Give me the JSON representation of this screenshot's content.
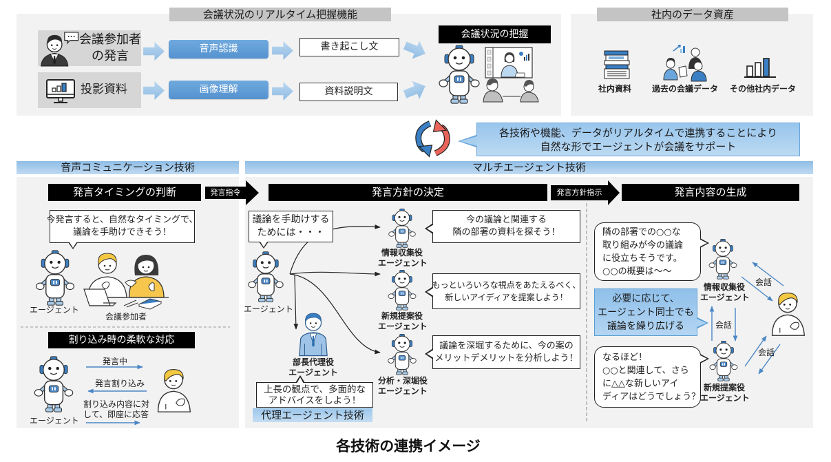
{
  "colors": {
    "page_background": "#ffffff",
    "panel_background": "#f2f2f2",
    "panel_title_gray": "#c4c4c4",
    "source_box_gray": "#d6d6d6",
    "process_blue": "#5b9bd5",
    "flow_arrow_light_blue": "#9dc3e6",
    "section_header_blue": "#9dc3e6",
    "label_black": "#000000",
    "robot_blue": "#3a7fc4",
    "sync_arrow_blue": "#3a7fc4",
    "sync_arrow_red": "#e8645a",
    "hair_yellow": "#f5c842"
  },
  "realtime_panel": {
    "title": "会議状況のリアルタイム把握機能",
    "rows": [
      {
        "source_lines": [
          "会議参加者",
          "の発言"
        ],
        "source_icon": "speaking-participant-icon",
        "process": "音声認識",
        "output": "書き起こし文"
      },
      {
        "source_lines": [
          "投影資料"
        ],
        "source_icon": "projected-slide-monitor-icon",
        "process": "画像理解",
        "output": "資料説明文"
      }
    ],
    "result_label": "会議状況の把握"
  },
  "data_assets_panel": {
    "title": "社内のデータ資産",
    "items": [
      {
        "label": "社内資料",
        "icon": "document-stack-icon"
      },
      {
        "label": "過去の会議データ",
        "icon": "meeting-data-icon"
      },
      {
        "label": "その他社内データ",
        "icon": "bar-chart-icon"
      }
    ]
  },
  "sync_callout": {
    "icon": "sync-arrows-icon",
    "lines": [
      "各技術や機能、データがリアルタイムで連携することにより",
      "自然な形でエージェントが会議をサポート"
    ]
  },
  "voice_section": {
    "header": "音声コミュニケーション技術",
    "timing": {
      "title": "発言タイミングの判断",
      "bubble_lines": [
        "今発言すると、自然なタイミングで、",
        "議論を手助けできそう！"
      ],
      "agent_label": "エージェント",
      "participants_label": "会議参加者"
    },
    "interrupt": {
      "title": "割り込み時の柔軟な対応",
      "agent_label": "エージェント",
      "flows": [
        {
          "direction": "agent-to-user",
          "label_lines": [
            "発言中"
          ]
        },
        {
          "direction": "user-to-agent",
          "label_lines": [
            "発言割り込み"
          ]
        },
        {
          "direction": "agent-to-user",
          "label_lines": [
            "割り込み内容に対",
            "して、即座に応答"
          ]
        }
      ]
    }
  },
  "handoffs": {
    "speak_command": "発言指令",
    "policy_instruction": "発言方針指示"
  },
  "multi_agent_section": {
    "header": "マルチエージェント技術",
    "policy": {
      "title": "発言方針の決定",
      "agent_bubble_lines": [
        "議論を手助けする",
        "ためには・・・"
      ],
      "agent_label": "エージェント",
      "sub_agents": [
        {
          "role_lines": [
            "情報収集役",
            "エージェント"
          ],
          "bubble_lines": [
            "今の議論と関連する",
            "隣の部署の資料を探そう！"
          ]
        },
        {
          "role_lines": [
            "新規提案役",
            "エージェント"
          ],
          "bubble_lines": [
            "もっといろいろな視点をあたえるべく、",
            "新しいアイディアを提案しよう！"
          ]
        },
        {
          "role_lines": [
            "分析・深堀役",
            "エージェント"
          ],
          "bubble_lines": [
            "議論を深堀するために、今の案の",
            "メリットデメリットを分析しよう！"
          ]
        }
      ],
      "proxy": {
        "role_lines": [
          "部長代理役",
          "エージェント"
        ],
        "bubble_lines": [
          "上長の観点で、多面的な",
          "アドバイスをしよう！"
        ],
        "tech_label": "代理エージェント技術"
      }
    },
    "generation": {
      "title": "発言内容の生成",
      "info_agent": {
        "role_lines": [
          "情報収集役",
          "エージェント"
        ],
        "speech_lines": [
          "隣の部署での○○な",
          "取り組みが今の議論",
          "に役立ちそうです。",
          "○○の概要は～～"
        ]
      },
      "proposal_agent": {
        "role_lines": [
          "新規提案役",
          "エージェント"
        ],
        "speech_lines": [
          "なるほど！",
          "○○と関連して、さら",
          "に△△な新しいアイ",
          "ディアはどうでしょう？"
        ]
      },
      "note_lines": [
        "必要に応じて、",
        "エージェント同士でも",
        "議論を繰り広げる"
      ],
      "conversation_labels": [
        "会話",
        "会話",
        "会話"
      ]
    }
  },
  "caption": "各技術の連携イメージ"
}
